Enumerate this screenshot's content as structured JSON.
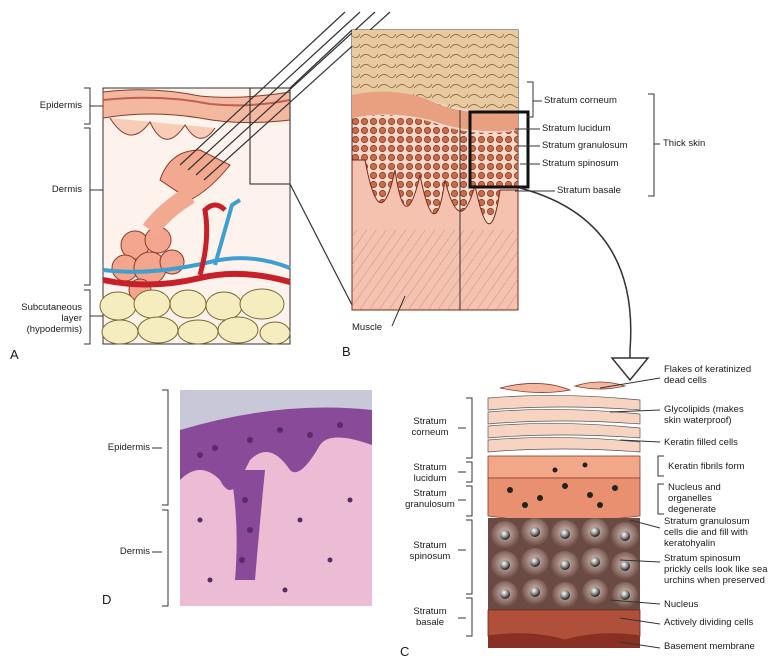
{
  "panel_letters": {
    "a": "A",
    "b": "B",
    "c": "C",
    "d": "D"
  },
  "panel_a": {
    "epidermis": "Epidermis",
    "dermis": "Dermis",
    "subcutaneous": "Subcutaneous layer (hypodermis)"
  },
  "panel_b": {
    "stratum_corneum": "Stratum corneum",
    "stratum_lucidum": "Stratum lucidum",
    "stratum_granulosum": "Stratum granulosum",
    "stratum_spinosum": "Stratum spinosum",
    "stratum_basale": "Stratum basale",
    "thick_skin": "Thick skin",
    "muscle": "Muscle"
  },
  "panel_c": {
    "left": {
      "corneum": "Stratum corneum",
      "lucidum": "Stratum lucidum",
      "granulosum": "Stratum granulosum",
      "spinosum": "Stratum spinosum",
      "basale": "Stratum basale"
    },
    "right": {
      "flakes": "Flakes of keratinized dead cells",
      "glycolipids": "Glycolipids (makes skin waterproof)",
      "keratin_filled": "Keratin filled cells",
      "keratin_fibrils": "Keratin fibrils form",
      "nucleus_degenerate": "Nucleus and organelles degenerate",
      "granulosum_cells": "Stratum granulosum cells die and fill with keratohyalin",
      "spinosum_cells": "Stratum spinosum prickly cells look like sea urchins when preserved",
      "nucleus": "Nucleus",
      "dividing": "Actively dividing cells",
      "basement": "Basement membrane"
    }
  },
  "panel_d": {
    "epidermis": "Epidermis",
    "dermis": "Dermis"
  },
  "colors": {
    "epidermis_pink": "#f2b8a0",
    "dermis_peach": "#f7d9c9",
    "artery_red": "#c8202a",
    "vein_blue": "#3fa0d0",
    "fat_yellow": "#f5ecc0",
    "histology_pink": "#e8b6cf",
    "histology_purple": "#7a3a8a",
    "basale_brown": "#a0402a"
  }
}
